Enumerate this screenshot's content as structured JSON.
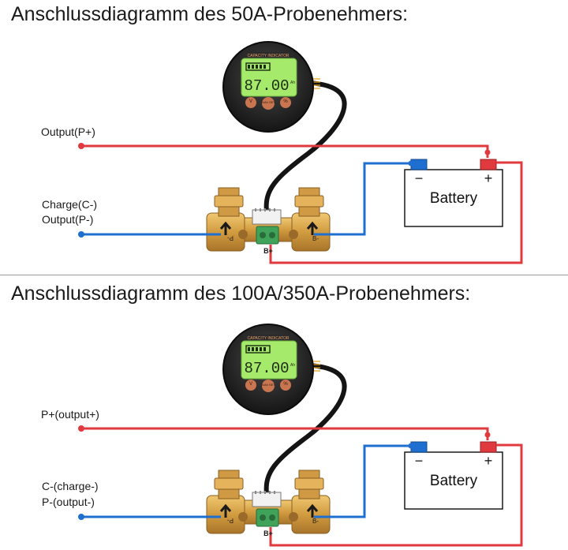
{
  "diagram1": {
    "title": "Anschlussdiagramm des 50A-Probenehmers:",
    "label_positive": "Output(P+)",
    "label_negative_line1": "Charge(C-)",
    "label_negative_line2": "Output(P-)",
    "battery_label": "Battery",
    "battery_minus": "−",
    "battery_plus": "+",
    "display_header": "CAPACITY INDICATOR",
    "display_value": "87.00",
    "display_unit": "Ah",
    "button_v": "V",
    "button_set": "A/Ah SET",
    "button_pct": "%",
    "shunt_p": "P-",
    "shunt_b": "B-",
    "shunt_bplus": "B+"
  },
  "diagram2": {
    "title": "Anschlussdiagramm des 100A/350A-Probenehmers:",
    "label_positive": "P+(output+)",
    "label_negative_line1": "C-(charge-)",
    "label_negative_line2": "P-(output-)",
    "battery_label": "Battery",
    "battery_minus": "−",
    "battery_plus": "+",
    "display_header": "CAPACITY INDICATOR",
    "display_value": "87.00",
    "display_unit": "Ah",
    "button_v": "V",
    "button_set": "A/Ah SET",
    "button_pct": "%",
    "shunt_p": "P-",
    "shunt_b": "B-",
    "shunt_bplus": "B+"
  },
  "colors": {
    "positive_wire": "#e0393e",
    "negative_wire": "#1f6fd1",
    "brass": "#d6a24a",
    "lcd_green": "#9fe36a",
    "terminal_green": "#3fa35a"
  }
}
